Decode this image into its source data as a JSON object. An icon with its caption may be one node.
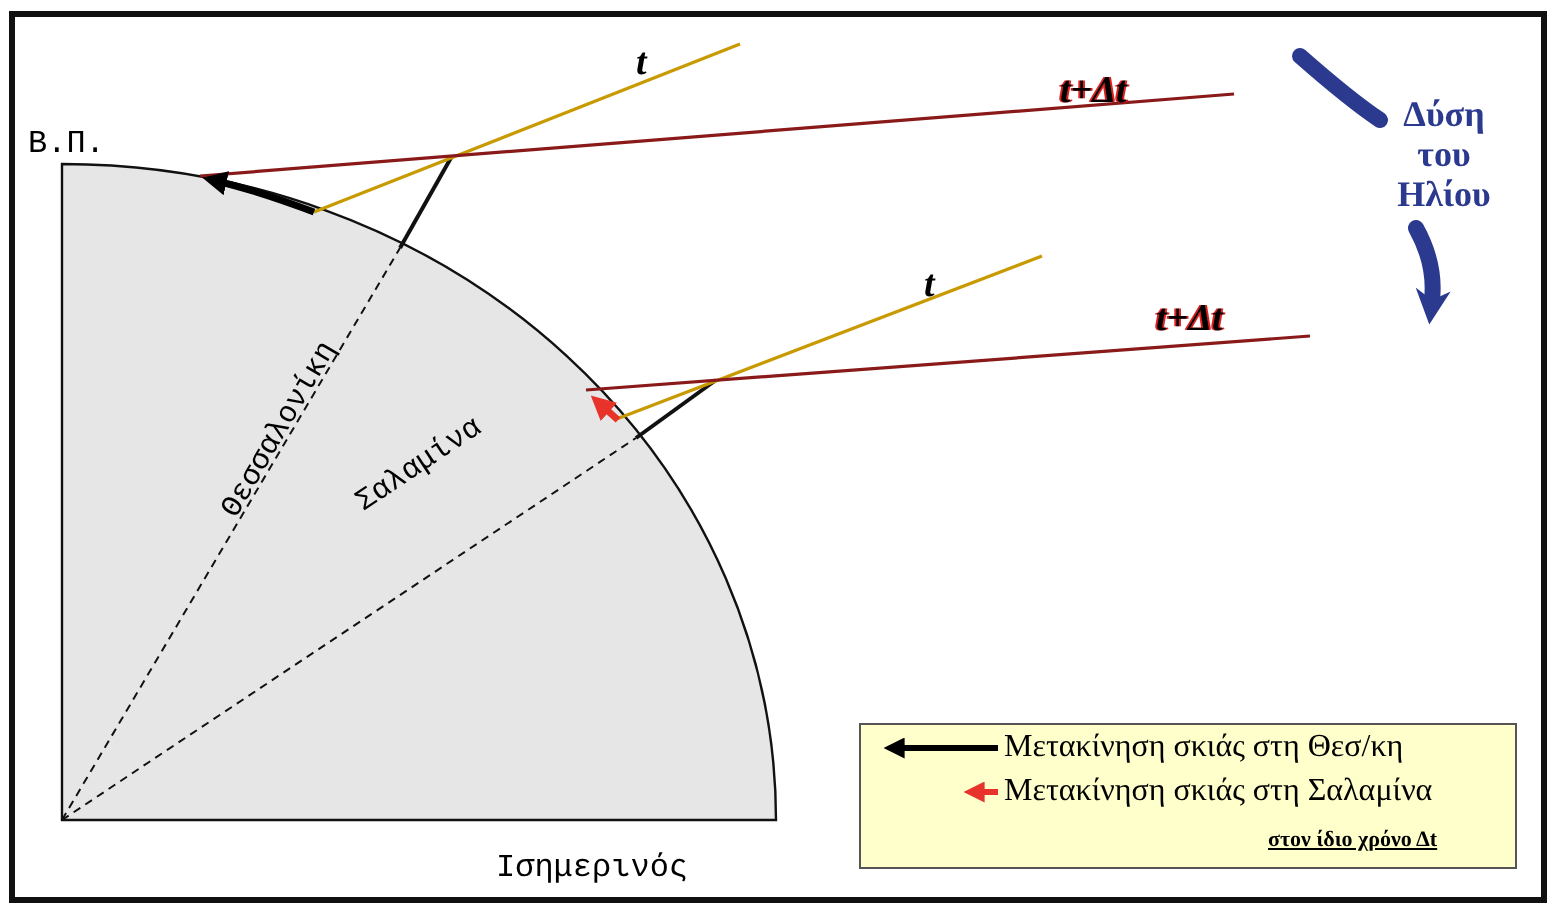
{
  "diagram": {
    "labels": [
      "t",
      "t+Δt",
      "Δύση του Ηλίου",
      "Β.Π.",
      "t",
      "t+Δt",
      "Θεσσαλονίκη",
      "Σαλαμίνα",
      "Ισημερινός",
      "στον ίδιο χρόνο Δt"
    ],
    "legend": [
      {
        "text": "Μετακίνηση σκιάς στη Θεσ/κη"
      },
      {
        "text": "Μετακίνηση σκιάς στη Σαλαμίνα"
      }
    ]
  }
}
